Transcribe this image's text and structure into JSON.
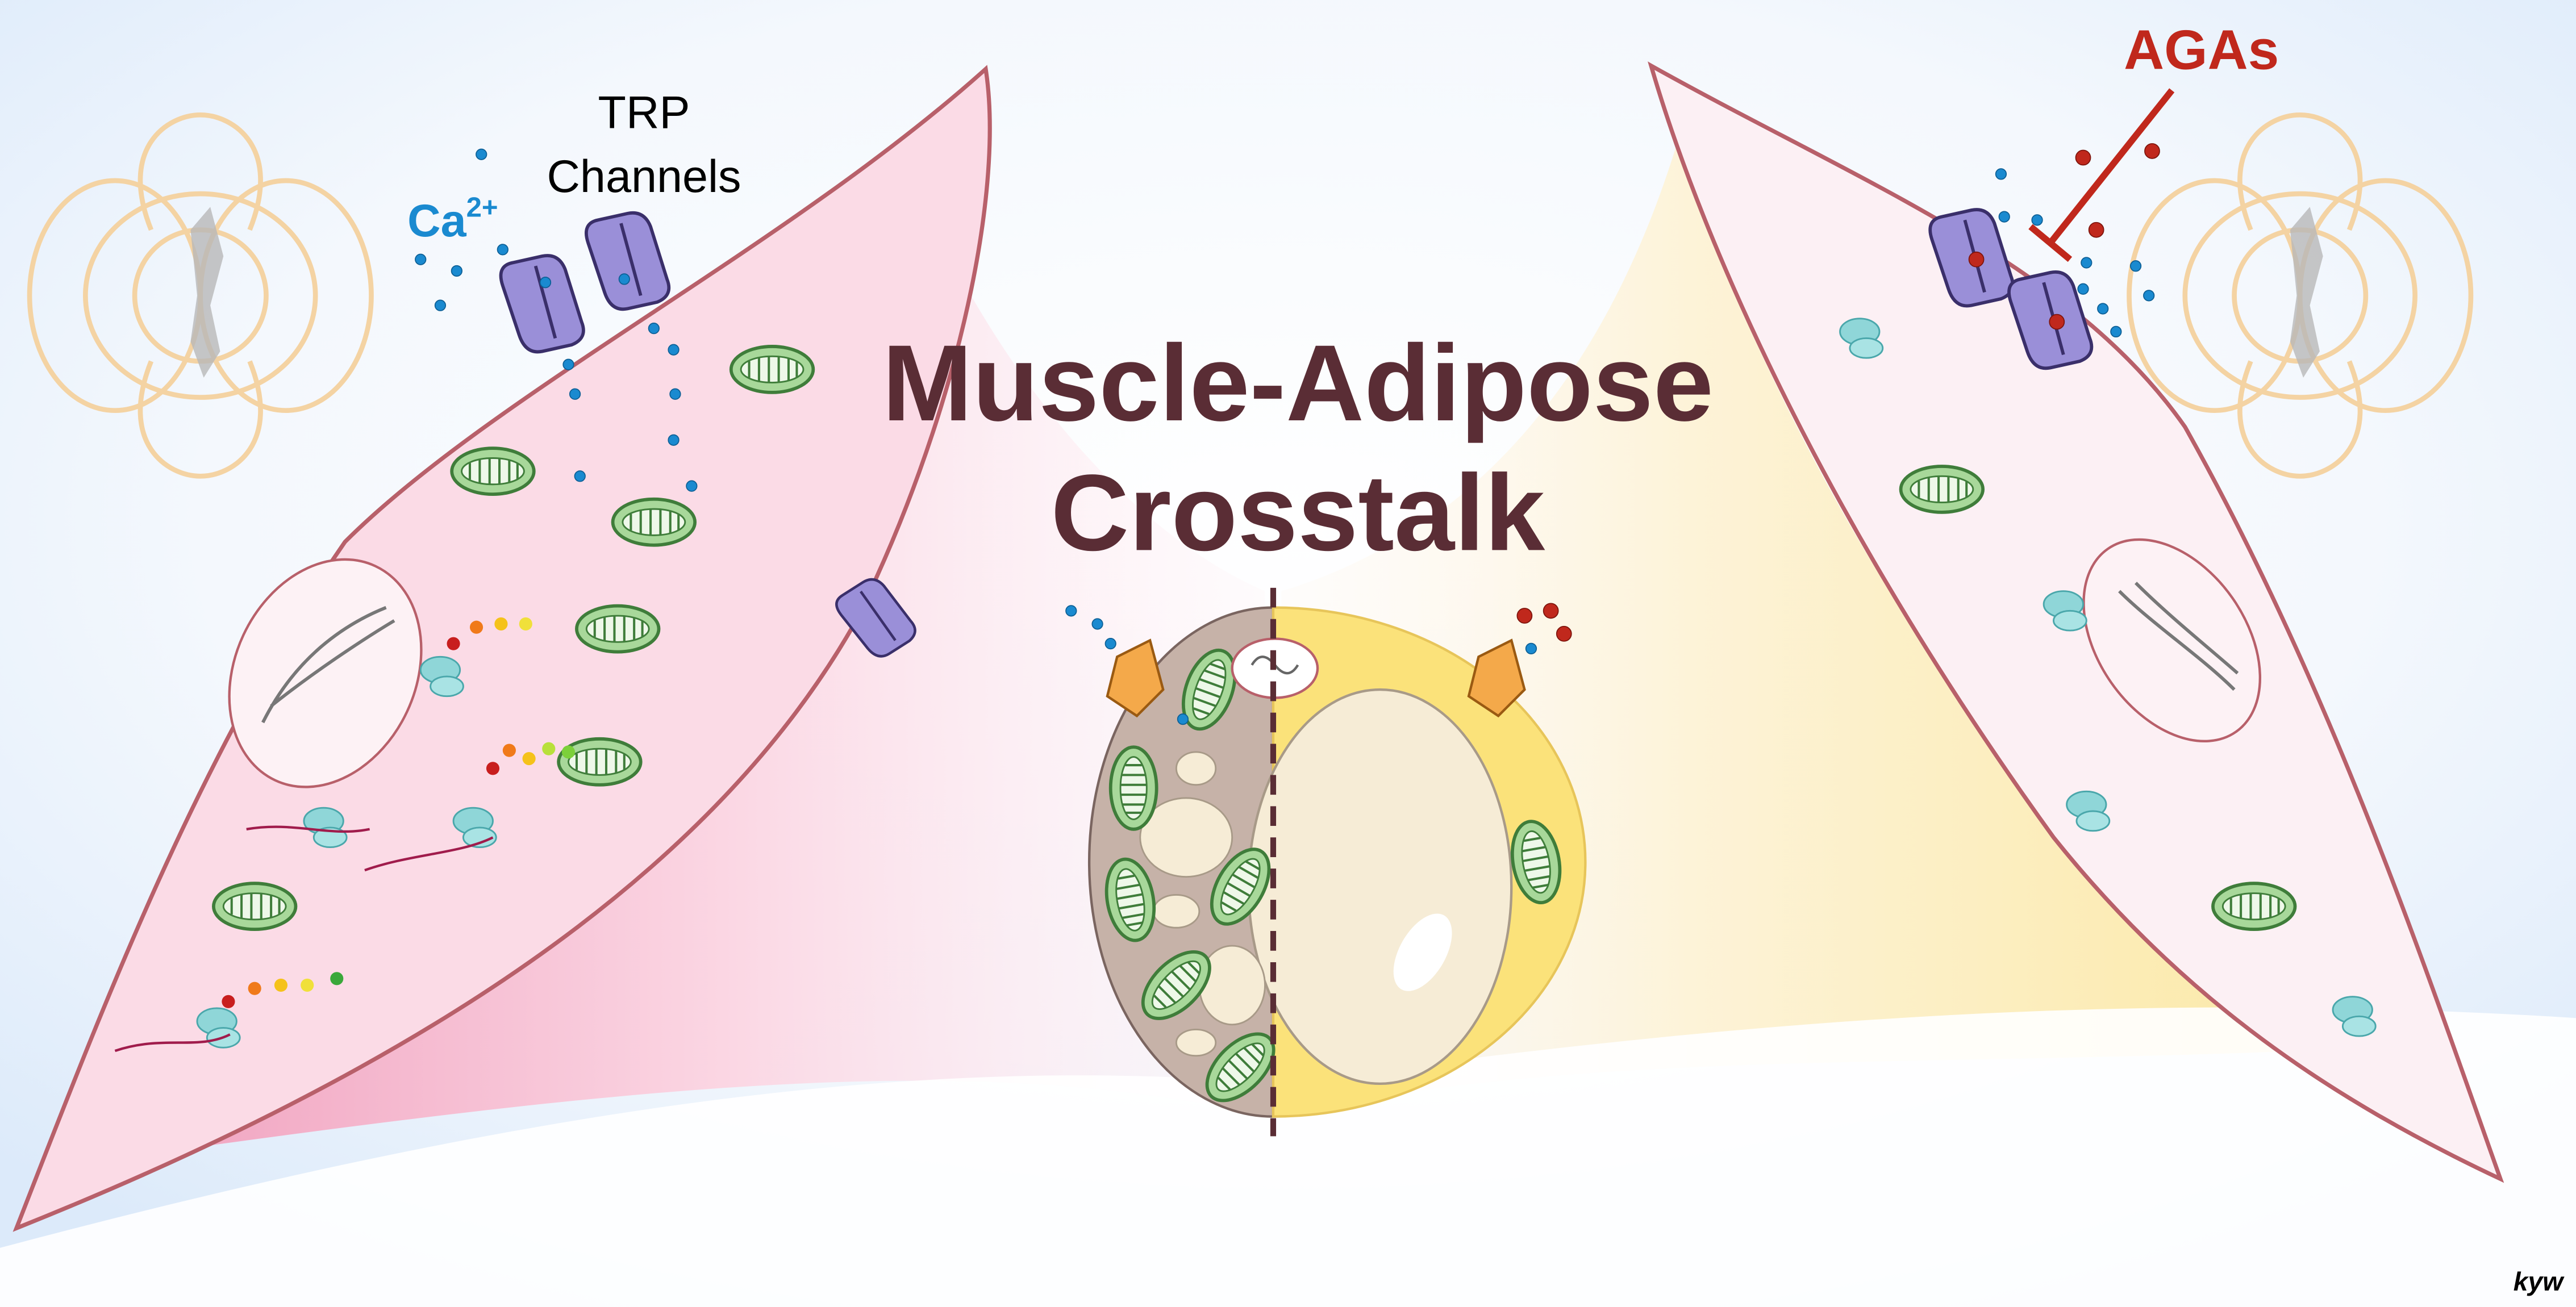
{
  "title": {
    "line1": "Muscle-Adipose",
    "line2": "Crosstalk"
  },
  "labels": {
    "trp_line1": "TRP",
    "trp_line2": "Channels",
    "calcium": "Ca",
    "calcium_charge": "2+",
    "agas": "AGAs"
  },
  "signature": "kyw",
  "colors": {
    "title": "#5a2d35",
    "calcium": "#1a8ad0",
    "agas": "#c0281c",
    "muscle_cell": "#fbdbe6",
    "membrane": "#b8606a",
    "trp_channel": "#9a8fd8",
    "mitochondria": "#a8d89a",
    "adipocyte_brown": "#c6b2a8",
    "adipocyte_white": "#fbe27a",
    "field_lines": "#f4d3a3"
  }
}
